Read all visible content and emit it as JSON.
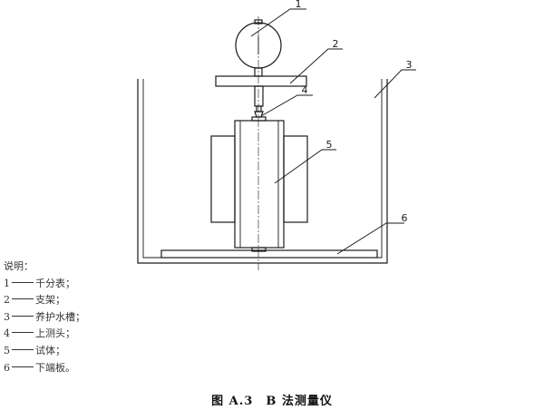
{
  "callouts": [
    {
      "n": "1",
      "label": "1"
    },
    {
      "n": "2",
      "label": "2"
    },
    {
      "n": "3",
      "label": "3"
    },
    {
      "n": "4",
      "label": "4"
    },
    {
      "n": "5",
      "label": "5"
    },
    {
      "n": "6",
      "label": "6"
    }
  ],
  "legend": {
    "title": "说明：",
    "items": [
      {
        "num": "1",
        "text": "千分表；"
      },
      {
        "num": "2",
        "text": "支架；"
      },
      {
        "num": "3",
        "text": "养护水槽；"
      },
      {
        "num": "4",
        "text": "上测头；"
      },
      {
        "num": "5",
        "text": "试体；"
      },
      {
        "num": "6",
        "text": "下端板。"
      }
    ]
  },
  "caption": "图 A.3　B 法测量仪"
}
